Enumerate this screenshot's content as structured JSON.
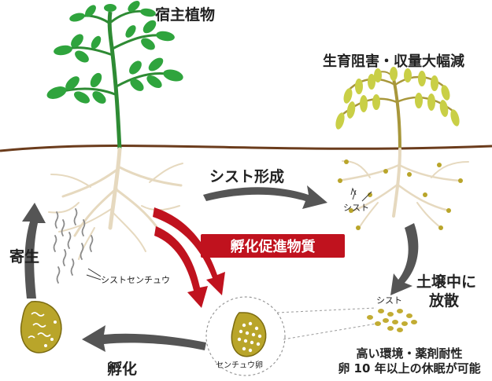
{
  "labels": {
    "host_plant": "宿主植物",
    "damage": "生育阻害・収量大幅減",
    "cyst_formation": "シスト形成",
    "cyst_small": "シスト",
    "cyst_in_soil": "シスト",
    "scatter_line1": "土壌中に",
    "scatter_line2": "放散",
    "hatching_substance": "孵化促進物質",
    "parasitism": "寄生",
    "nematode": "シストセンチュウ",
    "egg": "センチュウ卵",
    "hatch": "孵化",
    "resistance_line1": "高い環境・薬剤耐性",
    "resistance_line2": "卵 10 年以上の休眠が可能"
  },
  "colors": {
    "healthy_leaf": "#2e9b3a",
    "wilted_leaf": "#c8cf48",
    "root": "#e8dcc4",
    "soil_line": "#6b3c1c",
    "cycle_arrow": "#5a5a5a",
    "red_arrow": "#c0121e",
    "cyst": "#b9a52a"
  }
}
